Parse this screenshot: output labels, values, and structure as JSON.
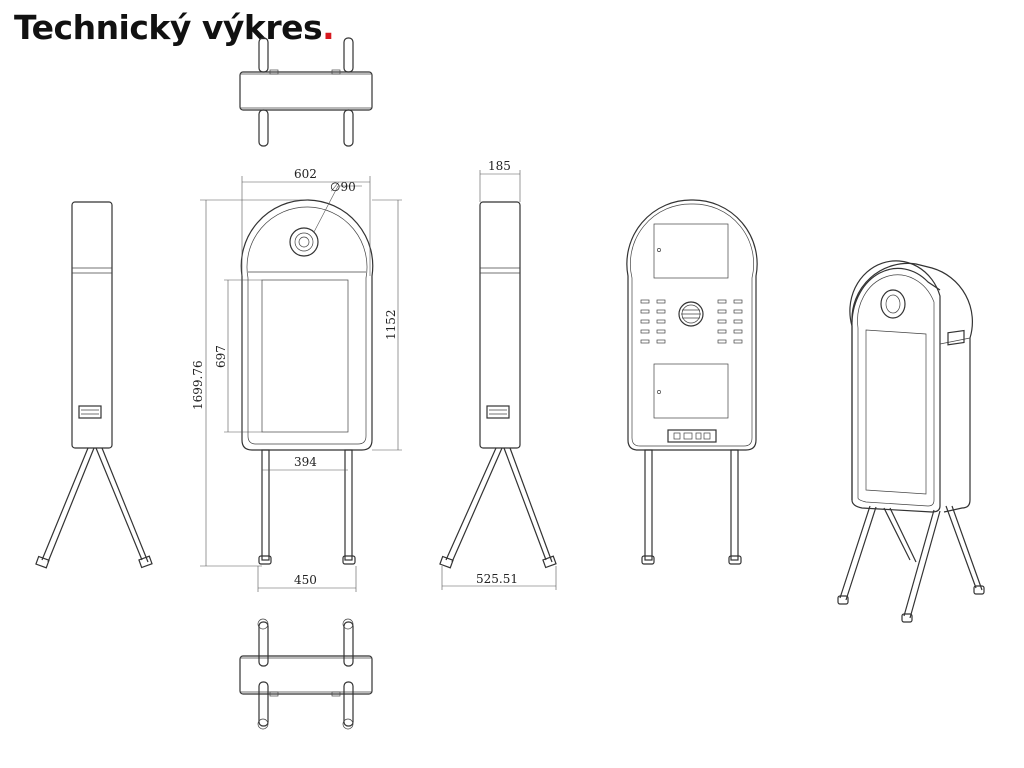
{
  "title": {
    "text": "Technický výkres",
    "dot": ".",
    "dot_color": "#d71920"
  },
  "dimensions": {
    "width_top": "602",
    "diameter": "∅90",
    "height_total": "1699.76",
    "height_body": "1152",
    "screen_height": "697",
    "screen_width": "394",
    "leg_spread": "450",
    "depth": "185",
    "leg_depth": "525.51"
  },
  "line_color": "#333333"
}
